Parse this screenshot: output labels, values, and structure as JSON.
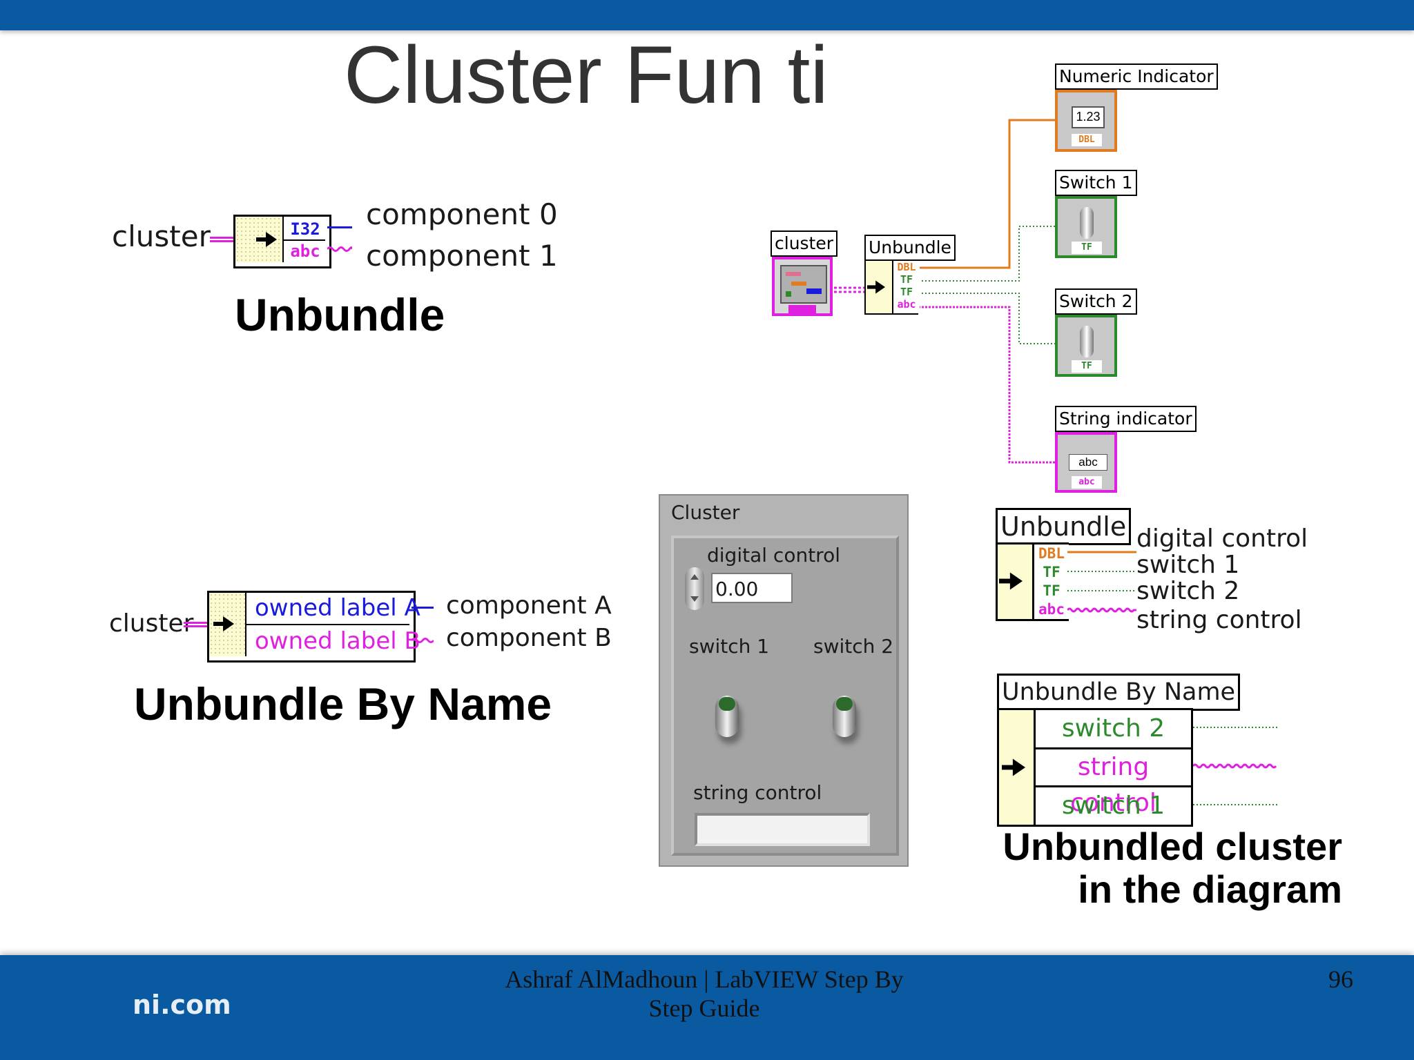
{
  "slide": {
    "title": "Cluster Fun   ti",
    "page_number": "96",
    "footer_line1": "Ashraf AlMadhoun | LabVIEW Step By",
    "footer_line2": "Step Guide",
    "brand": "ni.com"
  },
  "unbundle_example": {
    "input_label": "cluster",
    "outputs": [
      "component 0",
      "component 1"
    ],
    "type_tags": [
      "I32",
      "abc"
    ],
    "caption": "Unbundle"
  },
  "unbundle_by_name_example": {
    "input_label": "cluster",
    "owned_labels": [
      "owned label A",
      "owned label B"
    ],
    "outputs": [
      "component A",
      "component B"
    ],
    "caption": "Unbundle By Name"
  },
  "diagram": {
    "cluster_label": "cluster",
    "unbundle_label": "Unbundle",
    "terminal_tags": [
      "DBL",
      "TF",
      "TF",
      "abc"
    ],
    "indicators": [
      {
        "label": "Numeric Indicator",
        "value": "1.23",
        "tag": "DBL",
        "color": "#e07b20"
      },
      {
        "label": "Switch 1",
        "tag": "TF",
        "color": "#2c8a2c"
      },
      {
        "label": "Switch 2",
        "tag": "TF",
        "color": "#2c8a2c"
      },
      {
        "label": "String indicator",
        "value": "abc",
        "tag": "abc",
        "color": "#e020e0"
      }
    ]
  },
  "front_panel": {
    "title": "Cluster",
    "digital_label": "digital control",
    "digital_value": "0.00",
    "switch1_label": "switch 1",
    "switch2_label": "switch 2",
    "string_label": "string control"
  },
  "unbundle_node": {
    "label": "Unbundle",
    "tags": [
      "DBL",
      "TF",
      "TF",
      "abc"
    ],
    "outputs": [
      "digital control",
      "switch 1",
      "switch 2",
      "string control"
    ]
  },
  "unbundle_by_name_node": {
    "label": "Unbundle By Name",
    "rows": [
      "switch 2",
      "string control",
      "switch 1"
    ]
  },
  "caption_right_line1": "Unbundled cluster",
  "caption_right_line2": "in the diagram",
  "colors": {
    "bar_blue": "#0a5aa1",
    "dbl_orange": "#e07b20",
    "bool_green": "#2c8a2c",
    "string_pink": "#e020e0",
    "i32_blue": "#1a1adc"
  }
}
